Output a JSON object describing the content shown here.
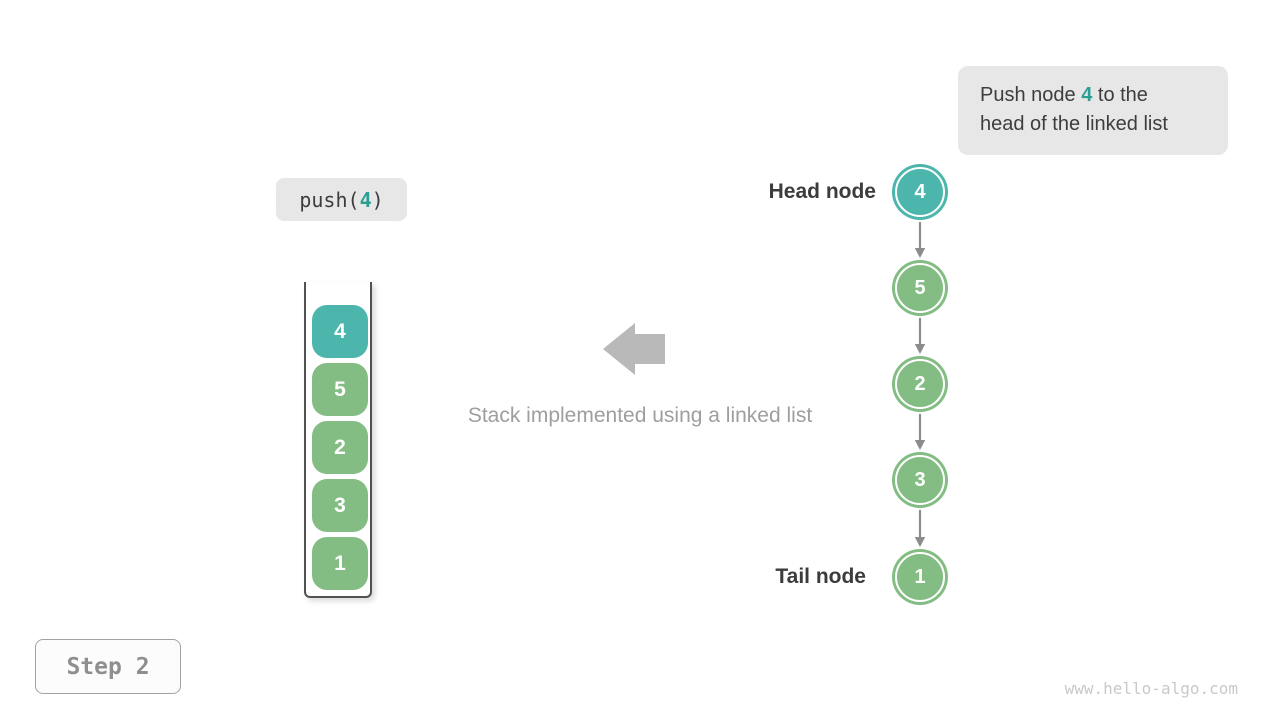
{
  "colors": {
    "highlight_node_teal": "#4db6ac",
    "node_green": "#84bd84",
    "accent_text_teal": "#2d9e94",
    "box_gray": "#e7e7e7",
    "text_dark": "#3d3d3d",
    "connector_arrow_gray": "#8c8c8c",
    "block_arrow_gray": "#b9b9b9",
    "caption_gray": "#9e9e9e"
  },
  "callout": {
    "line1_prefix": "Push node ",
    "highlight": "4",
    "line1_suffix": " to the",
    "line2": "head of the linked list"
  },
  "operation": {
    "prefix": "push(",
    "highlight": "4",
    "suffix": ")"
  },
  "stack": {
    "items": [
      {
        "value": "4",
        "highlight": true
      },
      {
        "value": "5",
        "highlight": false
      },
      {
        "value": "2",
        "highlight": false
      },
      {
        "value": "3",
        "highlight": false
      },
      {
        "value": "1",
        "highlight": false
      }
    ]
  },
  "linked_list": {
    "head_label": "Head node",
    "tail_label": "Tail node",
    "nodes": [
      {
        "value": "4",
        "highlight": true
      },
      {
        "value": "5",
        "highlight": false
      },
      {
        "value": "2",
        "highlight": false
      },
      {
        "value": "3",
        "highlight": false
      },
      {
        "value": "1",
        "highlight": false
      }
    ]
  },
  "caption": "Stack implemented using a linked list",
  "step_badge": "Step 2",
  "watermark": "www.hello-algo.com"
}
